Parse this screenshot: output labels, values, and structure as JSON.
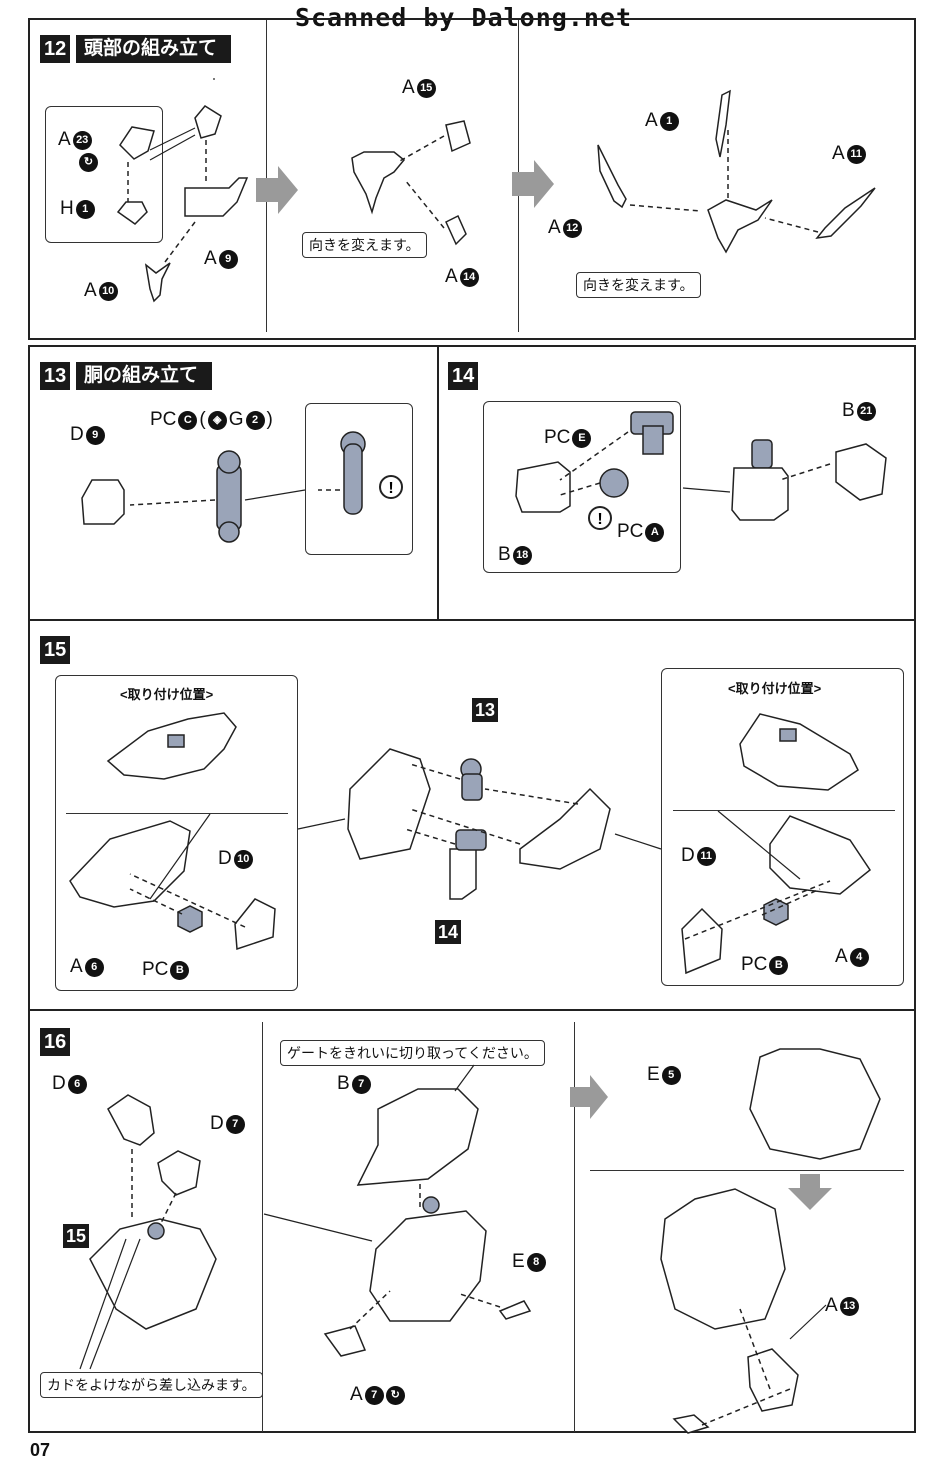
{
  "header": {
    "scanned": "Scanned by Dalong.net"
  },
  "page_number": "07",
  "step12": {
    "num": "12",
    "title": "頭部の組み立て",
    "note1": "向きを変えます。",
    "note2": "向きを変えます。",
    "labels": {
      "a23": "A",
      "a23n": "23",
      "h1": "H",
      "h1n": "1",
      "a9": "A",
      "a9n": "9",
      "a10": "A",
      "a10n": "10",
      "a15": "A",
      "a15n": "15",
      "a14": "A",
      "a14n": "14",
      "a1": "A",
      "a1n": "1",
      "a11": "A",
      "a11n": "11",
      "a12": "A",
      "a12n": "12"
    }
  },
  "step13": {
    "num": "13",
    "title": "胴の組み立て",
    "labels": {
      "d9": "D",
      "d9n": "9",
      "pc": "PC",
      "pcn": "C",
      "g": "G",
      "gn": "2"
    }
  },
  "step14": {
    "num": "14",
    "labels": {
      "pce": "PC",
      "pcen": "E",
      "b21": "B",
      "b21n": "21",
      "pca": "PC",
      "pcan": "A",
      "b18": "B",
      "b18n": "18"
    }
  },
  "step15": {
    "num": "15",
    "pos_left": "<取り付け位置>",
    "pos_right": "<取り付け位置>",
    "ref13": "13",
    "ref14": "14",
    "labels": {
      "d10": "D",
      "d10n": "10",
      "a6": "A",
      "a6n": "6",
      "pcb1": "PC",
      "pcb1n": "B",
      "d11": "D",
      "d11n": "11",
      "pcb2": "PC",
      "pcb2n": "B",
      "a4": "A",
      "a4n": "4"
    }
  },
  "step16": {
    "num": "16",
    "ref15": "15",
    "note_gate": "ゲートをきれいに切り取ってください。",
    "note_kado": "カドをよけながら差し込みます。",
    "labels": {
      "d6": "D",
      "d6n": "6",
      "d7": "D",
      "d7n": "7",
      "b7": "B",
      "b7n": "7",
      "e8": "E",
      "e8n": "8",
      "a7": "A",
      "a7n": "7",
      "e5": "E",
      "e5n": "5",
      "a13": "A",
      "a13n": "13"
    }
  }
}
